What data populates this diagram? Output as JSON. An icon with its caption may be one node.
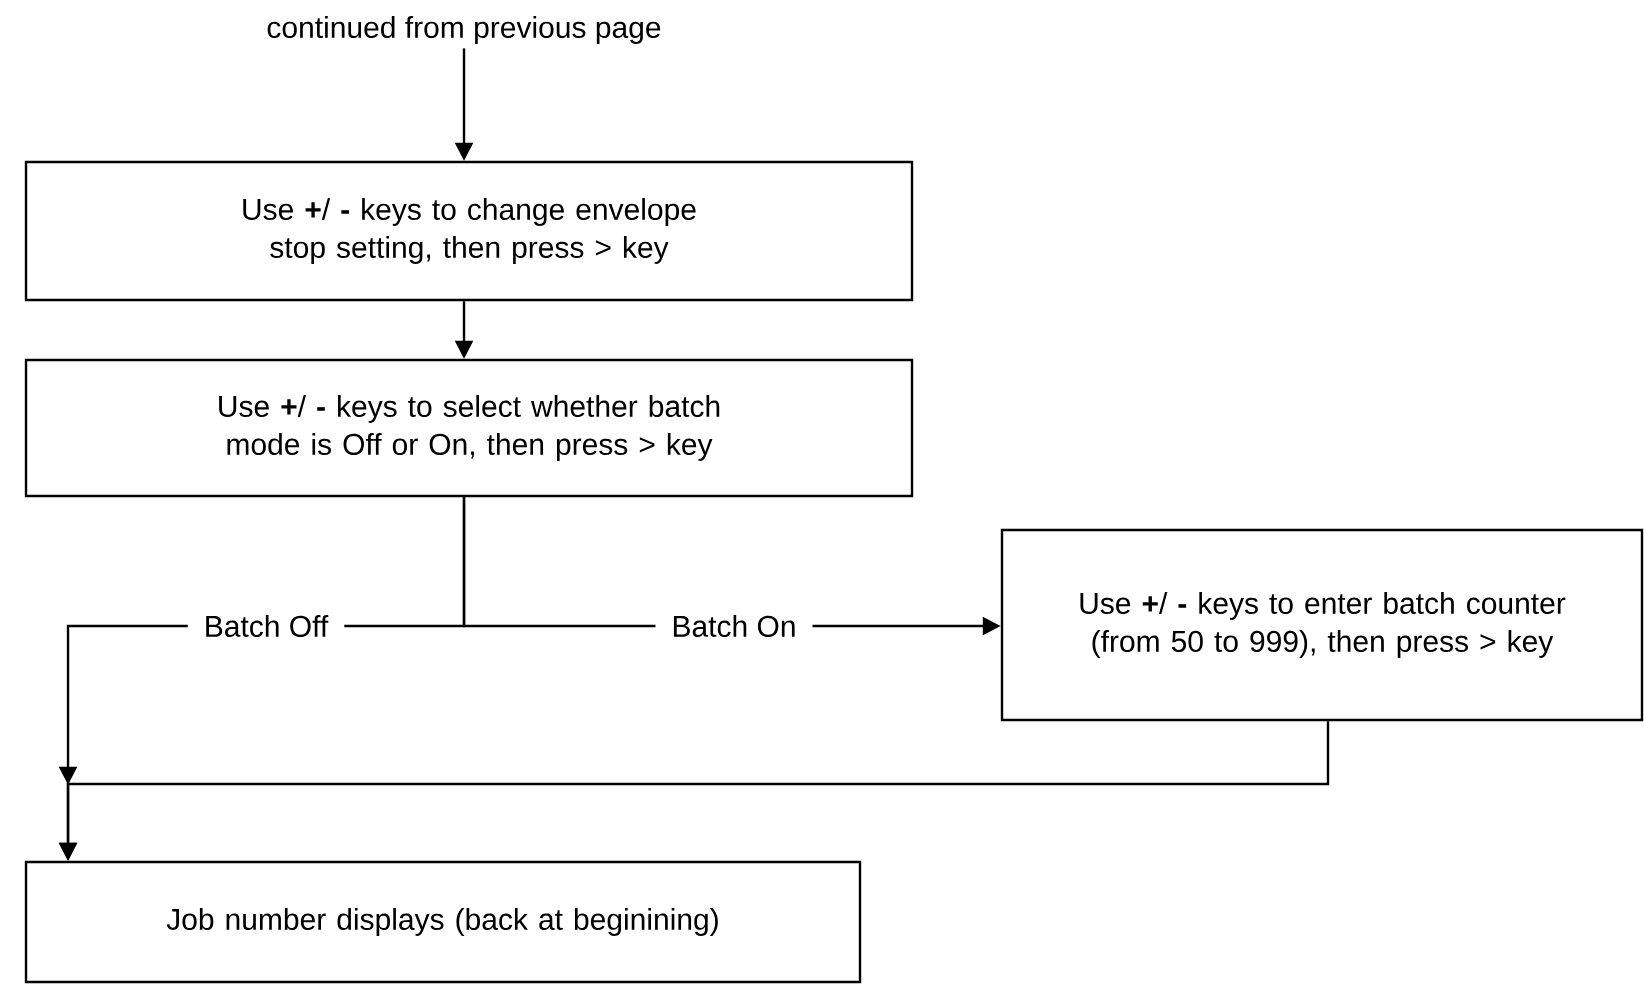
{
  "diagram": {
    "nodes": [
      {
        "text": [
          "continued from previous page"
        ]
      },
      {
        "text": [
          "Use **+**/ **-** keys to change envelope stop setting, then press > key"
        ]
      },
      {
        "text": [
          "Use **+**/ **-** keys to select whether batch mode is Off or On, then press > key"
        ]
      },
      {
        "text": [
          "Use **+**/ **-** keys to enter batch counter (from 50 to 999), then press > key"
        ]
      },
      {
        "text": [
          "Job number displays (back at beginining)"
        ]
      }
    ],
    "edges": [
      {
        "from": 0,
        "to": 1,
        "arrow": "to"
      },
      {
        "from": 1,
        "to": 2,
        "arrow": "to"
      },
      {
        "from": 2,
        "to": 3,
        "arrow": "to",
        "label": "Batch On"
      },
      {
        "from": 2,
        "to": 4,
        "arrow": "to",
        "label": "Batch Off"
      },
      {
        "from": 3,
        "to": 4,
        "arrow": "to"
      }
    ]
  }
}
